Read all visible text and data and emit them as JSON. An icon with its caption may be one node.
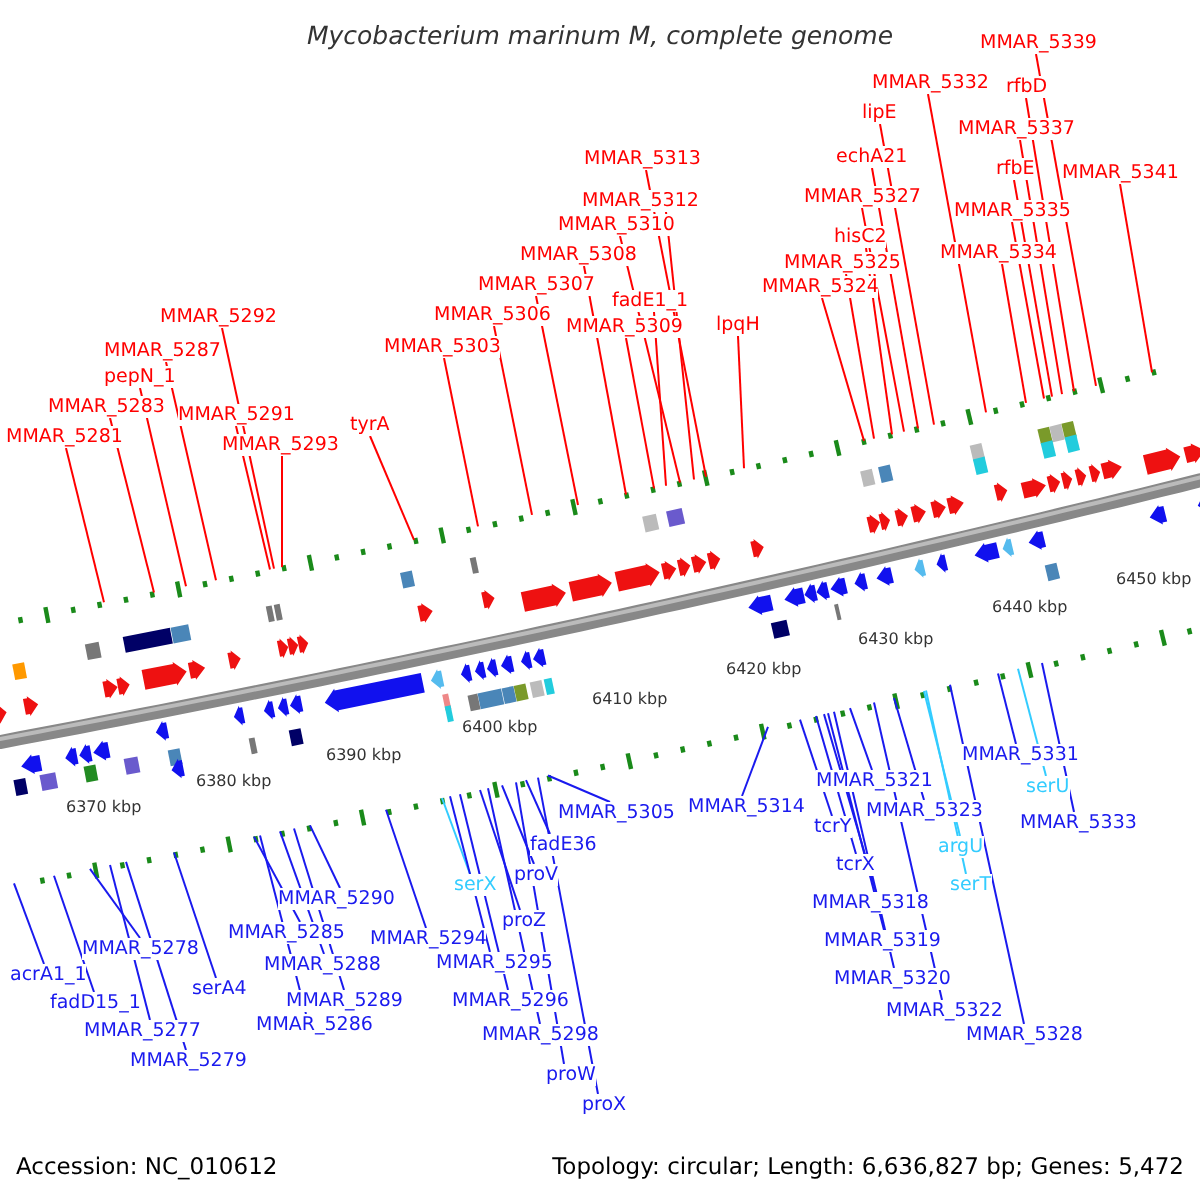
{
  "diagram": {
    "title": "Mycobacterium marinum M, complete genome",
    "nodes": [
      {
        "text": [
          "MMAR_5339"
        ]
      },
      {
        "text": [
          "MMAR_5332"
        ]
      },
      {
        "text": [
          "rfbD"
        ]
      },
      {
        "text": [
          "lipE"
        ]
      },
      {
        "text": [
          "MMAR_5337"
        ]
      },
      {
        "text": [
          "echA21"
        ]
      },
      {
        "text": [
          "MMAR_5313"
        ]
      },
      {
        "text": [
          "rfbE"
        ]
      },
      {
        "text": [
          "MMAR_5341"
        ]
      },
      {
        "text": [
          "MMAR_5327"
        ]
      },
      {
        "text": [
          "MMAR_5312"
        ]
      },
      {
        "text": [
          "MMAR_5335"
        ]
      },
      {
        "text": [
          "MMAR_5310"
        ]
      },
      {
        "text": [
          "hisC2"
        ]
      },
      {
        "text": [
          "MMAR_5334"
        ]
      },
      {
        "text": [
          "MMAR_5308"
        ]
      },
      {
        "text": [
          "MMAR_5325"
        ]
      },
      {
        "text": [
          "MMAR_5307"
        ]
      },
      {
        "text": [
          "MMAR_5324"
        ]
      },
      {
        "text": [
          "fadE1_1"
        ]
      },
      {
        "text": [
          "MMAR_5306"
        ]
      },
      {
        "text": [
          "MMAR_5292"
        ]
      },
      {
        "text": [
          "lpqH"
        ]
      },
      {
        "text": [
          "MMAR_5309"
        ]
      },
      {
        "text": [
          "MMAR_5303"
        ]
      },
      {
        "text": [
          "MMAR_5287"
        ]
      },
      {
        "text": [
          "pepN_1"
        ]
      },
      {
        "text": [
          "MMAR_5283"
        ]
      },
      {
        "text": [
          "MMAR_5291"
        ]
      },
      {
        "text": [
          "tyrA"
        ]
      },
      {
        "text": [
          "MMAR_5281"
        ]
      },
      {
        "text": [
          "MMAR_5293"
        ]
      },
      {
        "text": [
          "MMAR_5331"
        ]
      },
      {
        "text": [
          "serU"
        ]
      },
      {
        "text": [
          "MMAR_5321"
        ]
      },
      {
        "text": [
          "MMAR_5314"
        ]
      },
      {
        "text": [
          "MMAR_5305"
        ]
      },
      {
        "text": [
          "MMAR_5323"
        ]
      },
      {
        "text": [
          "MMAR_5333"
        ]
      },
      {
        "text": [
          "tcrY"
        ]
      },
      {
        "text": [
          "fadE36"
        ]
      },
      {
        "text": [
          "argU"
        ]
      },
      {
        "text": [
          "tcrX"
        ]
      },
      {
        "text": [
          "proV"
        ]
      },
      {
        "text": [
          "serT"
        ]
      },
      {
        "text": [
          "serX"
        ]
      },
      {
        "text": [
          "MMAR_5290"
        ]
      },
      {
        "text": [
          "MMAR_5318"
        ]
      },
      {
        "text": [
          "proZ"
        ]
      },
      {
        "text": [
          "MMAR_5285"
        ]
      },
      {
        "text": [
          "MMAR_5294"
        ]
      },
      {
        "text": [
          "MMAR_5319"
        ]
      },
      {
        "text": [
          "MMAR_5278"
        ]
      },
      {
        "text": [
          "MMAR_5288"
        ]
      },
      {
        "text": [
          "MMAR_5295"
        ]
      },
      {
        "text": [
          "acrA1_1"
        ]
      },
      {
        "text": [
          "serA4"
        ]
      },
      {
        "text": [
          "MMAR_5320"
        ]
      },
      {
        "text": [
          "MMAR_5289"
        ]
      },
      {
        "text": [
          "MMAR_5296"
        ]
      },
      {
        "text": [
          "fadD15_1"
        ]
      },
      {
        "text": [
          "MMAR_5322"
        ]
      },
      {
        "text": [
          "MMAR_5277"
        ]
      },
      {
        "text": [
          "MMAR_5286"
        ]
      },
      {
        "text": [
          "MMAR_5298"
        ]
      },
      {
        "text": [
          "MMAR_5328"
        ]
      },
      {
        "text": [
          "MMAR_5279"
        ]
      },
      {
        "text": [
          "proW"
        ]
      },
      {
        "text": [
          "proX"
        ]
      }
    ],
    "edges": [
      {
        "from": 0,
        "to": null,
        "arrow": "none",
        "color": "#ff0000"
      },
      {
        "from": 1,
        "to": null,
        "arrow": "none",
        "color": "#ff0000"
      },
      {
        "from": 2,
        "to": null,
        "arrow": "none",
        "color": "#ff0000"
      },
      {
        "from": 3,
        "to": null,
        "arrow": "none",
        "color": "#ff0000"
      },
      {
        "from": 4,
        "to": null,
        "arrow": "none",
        "color": "#ff0000"
      },
      {
        "from": 5,
        "to": null,
        "arrow": "none",
        "color": "#ff0000"
      },
      {
        "from": 6,
        "to": null,
        "arrow": "none",
        "color": "#ff0000"
      },
      {
        "from": 7,
        "to": null,
        "arrow": "none",
        "color": "#ff0000"
      },
      {
        "from": 8,
        "to": null,
        "arrow": "none",
        "color": "#ff0000"
      },
      {
        "from": 9,
        "to": null,
        "arrow": "none",
        "color": "#ff0000"
      },
      {
        "from": 10,
        "to": null,
        "arrow": "none",
        "color": "#ff0000"
      },
      {
        "from": 11,
        "to": null,
        "arrow": "none",
        "color": "#ff0000"
      },
      {
        "from": 12,
        "to": null,
        "arrow": "none",
        "color": "#ff0000"
      },
      {
        "from": 13,
        "to": null,
        "arrow": "none",
        "color": "#ff0000"
      },
      {
        "from": 14,
        "to": null,
        "arrow": "none",
        "color": "#ff0000"
      },
      {
        "from": 15,
        "to": null,
        "arrow": "none",
        "color": "#ff0000"
      },
      {
        "from": 16,
        "to": null,
        "arrow": "none",
        "color": "#ff0000"
      },
      {
        "from": 17,
        "to": null,
        "arrow": "none",
        "color": "#ff0000"
      },
      {
        "from": 18,
        "to": null,
        "arrow": "none",
        "color": "#ff0000"
      },
      {
        "from": 19,
        "to": null,
        "arrow": "none",
        "color": "#ff0000"
      },
      {
        "from": 20,
        "to": null,
        "arrow": "none",
        "color": "#ff0000"
      },
      {
        "from": 21,
        "to": null,
        "arrow": "none",
        "color": "#ff0000"
      },
      {
        "from": 22,
        "to": null,
        "arrow": "none",
        "color": "#ff0000"
      },
      {
        "from": 23,
        "to": null,
        "arrow": "none",
        "color": "#ff0000"
      },
      {
        "from": 24,
        "to": null,
        "arrow": "none",
        "color": "#ff0000"
      },
      {
        "from": 25,
        "to": null,
        "arrow": "none",
        "color": "#ff0000"
      },
      {
        "from": 26,
        "to": null,
        "arrow": "none",
        "color": "#ff0000"
      },
      {
        "from": 27,
        "to": null,
        "arrow": "none",
        "color": "#ff0000"
      },
      {
        "from": 28,
        "to": null,
        "arrow": "none",
        "color": "#ff0000"
      },
      {
        "from": 29,
        "to": null,
        "arrow": "none",
        "color": "#ff0000"
      },
      {
        "from": 30,
        "to": null,
        "arrow": "none",
        "color": "#ff0000"
      },
      {
        "from": 31,
        "to": null,
        "arrow": "none",
        "color": "#ff0000"
      },
      {
        "from": 32,
        "to": null,
        "arrow": "none"
      },
      {
        "from": 33,
        "to": null,
        "arrow": "none",
        "color": "#33ccff"
      },
      {
        "from": 34,
        "to": null,
        "arrow": "none"
      },
      {
        "from": 35,
        "to": null,
        "arrow": "none"
      },
      {
        "from": 36,
        "to": null,
        "arrow": "none"
      },
      {
        "from": 37,
        "to": null,
        "arrow": "none"
      },
      {
        "from": 38,
        "to": null,
        "arrow": "none"
      },
      {
        "from": 39,
        "to": null,
        "arrow": "none"
      },
      {
        "from": 40,
        "to": null,
        "arrow": "none"
      },
      {
        "from": 41,
        "to": null,
        "arrow": "none",
        "color": "#33ccff"
      },
      {
        "from": 42,
        "to": null,
        "arrow": "none"
      },
      {
        "from": 43,
        "to": null,
        "arrow": "none"
      },
      {
        "from": 44,
        "to": null,
        "arrow": "none",
        "color": "#33ccff"
      },
      {
        "from": 45,
        "to": null,
        "arrow": "none",
        "color": "#33ccff"
      },
      {
        "from": 46,
        "to": null,
        "arrow": "none"
      },
      {
        "from": 47,
        "to": null,
        "arrow": "none"
      },
      {
        "from": 48,
        "to": null,
        "arrow": "none"
      },
      {
        "from": 49,
        "to": null,
        "arrow": "none"
      },
      {
        "from": 50,
        "to": null,
        "arrow": "none"
      },
      {
        "from": 51,
        "to": null,
        "arrow": "none"
      },
      {
        "from": 52,
        "to": null,
        "arrow": "none"
      },
      {
        "from": 53,
        "to": null,
        "arrow": "none"
      },
      {
        "from": 54,
        "to": null,
        "arrow": "none"
      },
      {
        "from": 55,
        "to": null,
        "arrow": "none"
      },
      {
        "from": 56,
        "to": null,
        "arrow": "none"
      },
      {
        "from": 57,
        "to": null,
        "arrow": "none"
      },
      {
        "from": 58,
        "to": null,
        "arrow": "none"
      },
      {
        "from": 59,
        "to": null,
        "arrow": "none"
      },
      {
        "from": 60,
        "to": null,
        "arrow": "none"
      },
      {
        "from": 61,
        "to": null,
        "arrow": "none"
      },
      {
        "from": 62,
        "to": null,
        "arrow": "none"
      },
      {
        "from": 63,
        "to": null,
        "arrow": "none"
      },
      {
        "from": 64,
        "to": null,
        "arrow": "none"
      },
      {
        "from": 65,
        "to": null,
        "arrow": "none"
      },
      {
        "from": 66,
        "to": null,
        "arrow": "none"
      },
      {
        "from": 67,
        "to": null,
        "arrow": "none"
      },
      {
        "from": 68,
        "to": null,
        "arrow": "none"
      }
    ],
    "labels": [
      "6370 kbp",
      "6380 kbp",
      "6390 kbp",
      "6400 kbp",
      "6410 kbp",
      "6420 kbp",
      "6430 kbp",
      "6440 kbp",
      "6450 kbp",
      "Accession: NC_010612",
      "Topology: circular; Length: 6,636,827 bp; Genes: 5,472"
    ]
  }
}
